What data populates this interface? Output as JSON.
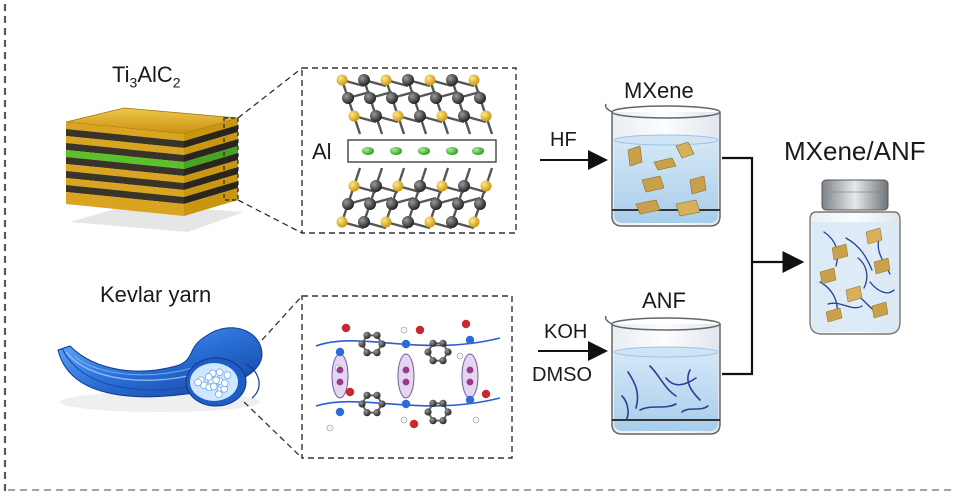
{
  "labels": {
    "ti3alc2": {
      "pre": "Ti",
      "sub1": "3",
      "mid": "AlC",
      "sub2": "2"
    },
    "al": "Al",
    "hf": "HF",
    "mxene": "MXene",
    "mxene_anf": "MXene/ANF",
    "kevlar_yarn": "Kevlar yarn",
    "anf": "ANF",
    "koh": "KOH",
    "dmso": "DMSO"
  },
  "colors": {
    "gold": "#d9a520",
    "dark_layer": "#3a3428",
    "green_layer": "#5cc02a",
    "kevlar_blue": "#2a6fd6",
    "water": "#bfdcf2",
    "flake": "#c9a14a",
    "fiber": "#2a3f9a",
    "frame_dash": "#4f5b66"
  }
}
